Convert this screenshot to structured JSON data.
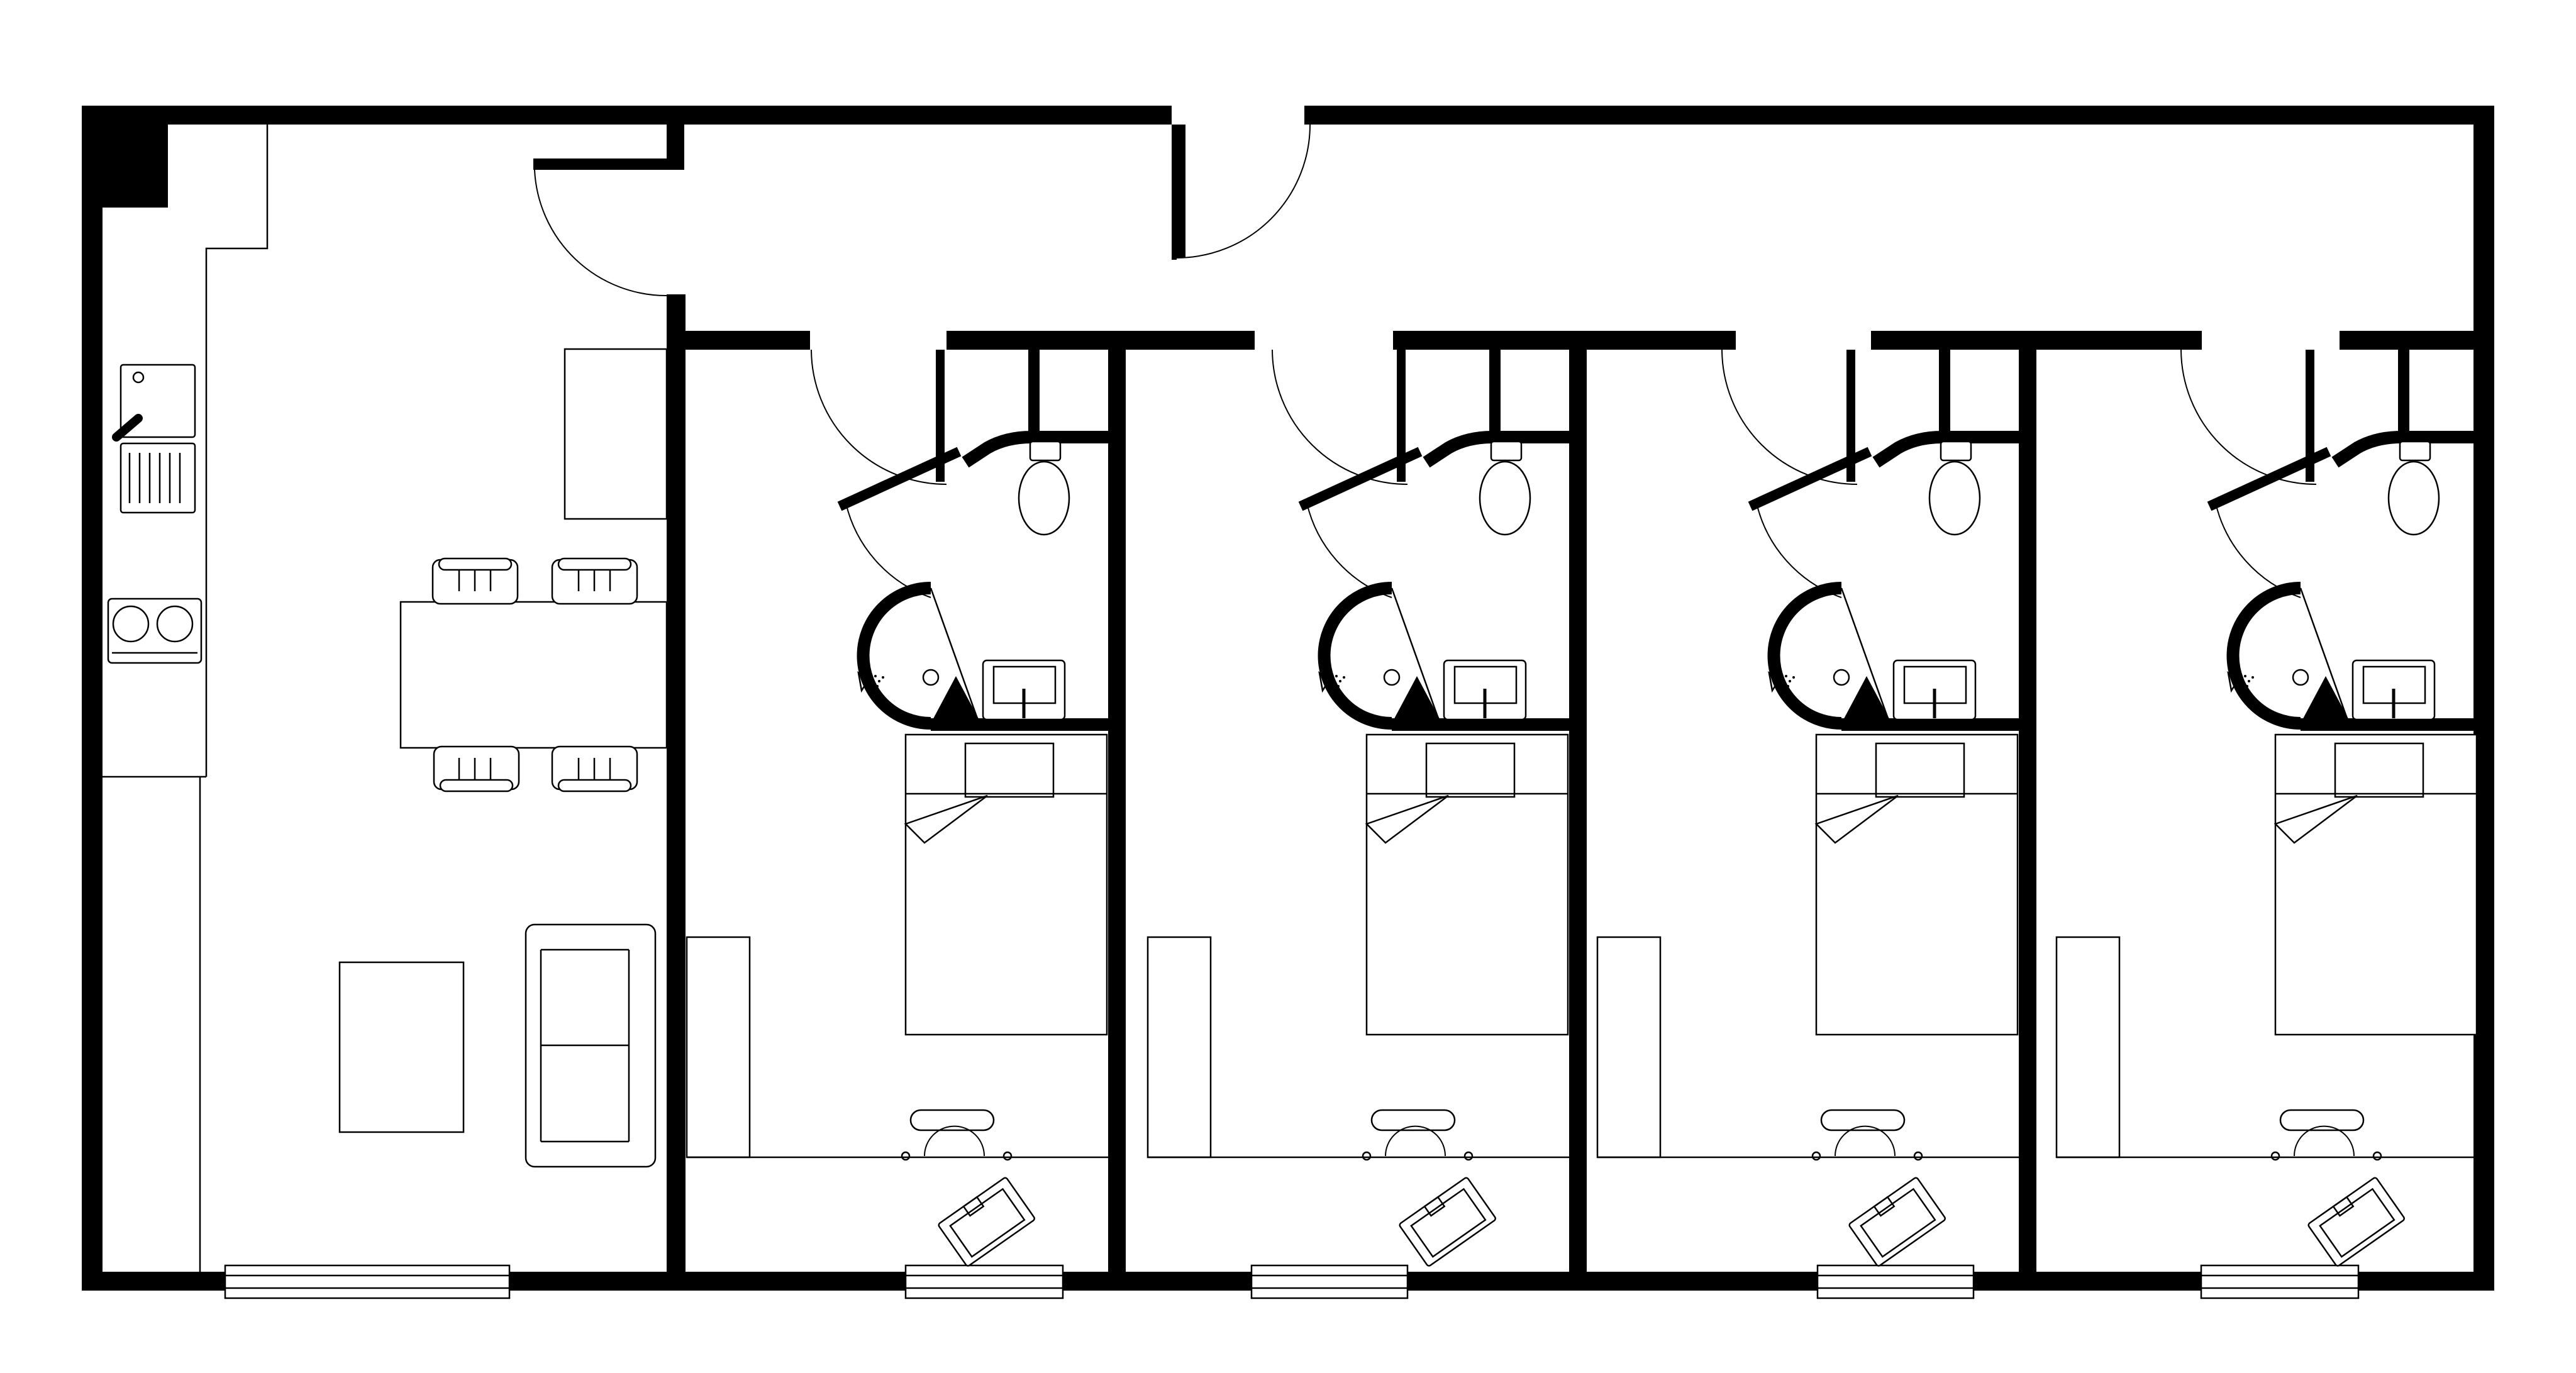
{
  "plan": {
    "background": "#ffffff",
    "wall_color": "#000000",
    "rooms": [
      "living-kitchen",
      "bedroom-1",
      "bedroom-2",
      "bedroom-3",
      "bedroom-4"
    ],
    "bedroom_count": 4,
    "ensuite_count": 4,
    "window_count": 5
  }
}
